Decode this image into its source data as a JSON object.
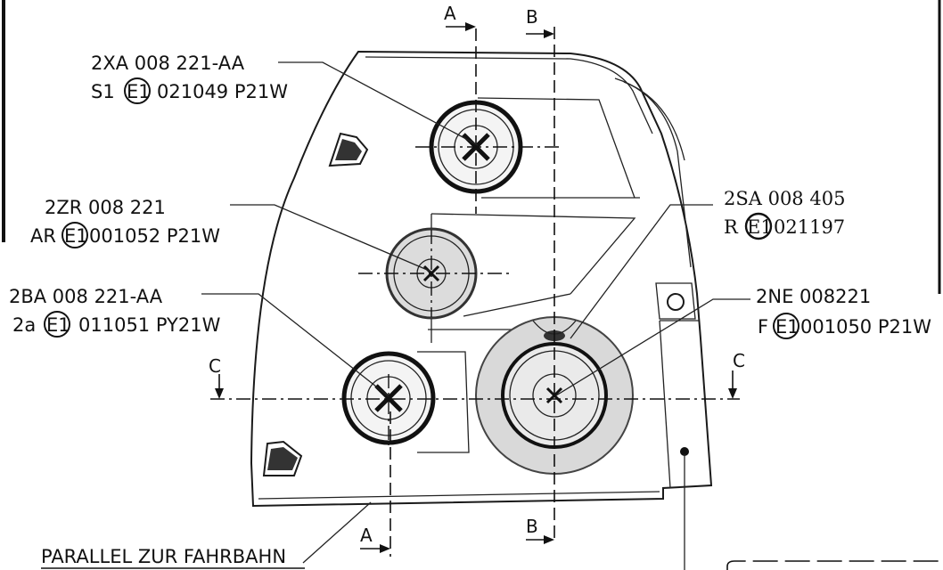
{
  "sections": {
    "a_top": "A",
    "b_top": "B",
    "a_bottom": "A",
    "b_bottom": "B",
    "c_left": "C",
    "c_right": "C"
  },
  "callouts": {
    "lamp_top": {
      "part": "2XA 008 221-AA",
      "prefix": "S1",
      "mark": "E1",
      "code": "021049 P21W"
    },
    "lamp_middle": {
      "part": "2ZR 008 221",
      "prefix": "AR",
      "mark": "E1",
      "code": "001052 P21W"
    },
    "lamp_bottom": {
      "part": "2BA 008 221-AA",
      "prefix": "2a",
      "mark": "E1",
      "code": "011051 PY21W"
    },
    "reflector": {
      "part": "2SA 008 405",
      "prefix": "R",
      "mark": "E1",
      "code": "021197"
    },
    "lamp_large": {
      "part": "2NE 008221",
      "prefix": "F",
      "mark": "E1",
      "code": "001050 P21W"
    }
  },
  "footer_note": "PARALLEL ZUR FAHRBAHN"
}
